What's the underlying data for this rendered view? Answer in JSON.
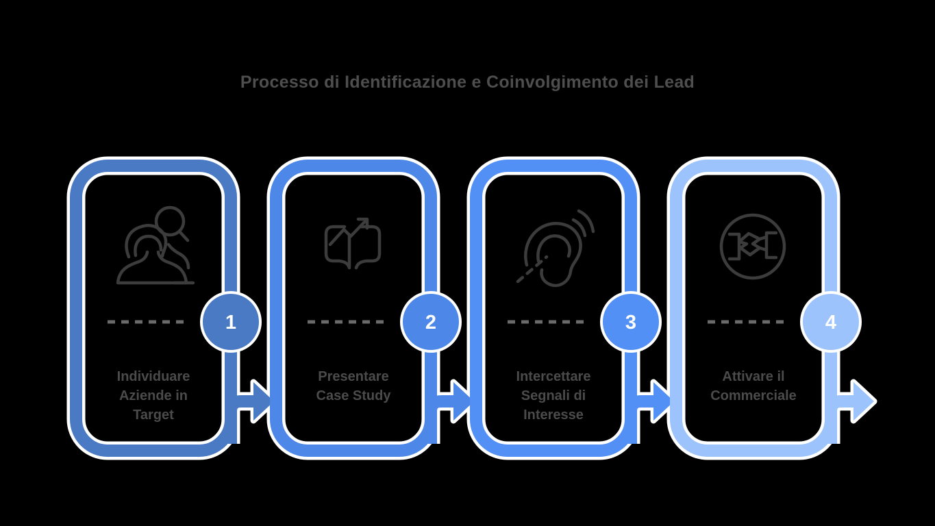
{
  "title": "Processo di Identificazione e Coinvolgimento dei Lead",
  "colors": {
    "background": "#000000",
    "title_text": "#4e4e4e",
    "label_text": "#4b4b4b",
    "dash": "#6a6a6a",
    "icon": "#3c3c3c",
    "badge_number": "#ffffff",
    "halo": "#ffffff"
  },
  "steps": [
    {
      "number": "1",
      "accent_color": "#4a7ac3",
      "icon": "people-search-icon",
      "label_lines": [
        "Individuare",
        "Aziende in",
        "Target"
      ]
    },
    {
      "number": "2",
      "accent_color": "#4d87e7",
      "icon": "book-growth-icon",
      "label_lines": [
        "Presentare",
        "Case Study"
      ]
    },
    {
      "number": "3",
      "accent_color": "#5290f6",
      "icon": "listening-ear-icon",
      "label_lines": [
        "Intercettare",
        "Segnali di",
        "Interesse"
      ]
    },
    {
      "number": "4",
      "accent_color": "#9cc3fb",
      "icon": "handshake-circle-icon",
      "label_lines": [
        "Attivare il",
        "Commerciale"
      ]
    }
  ]
}
